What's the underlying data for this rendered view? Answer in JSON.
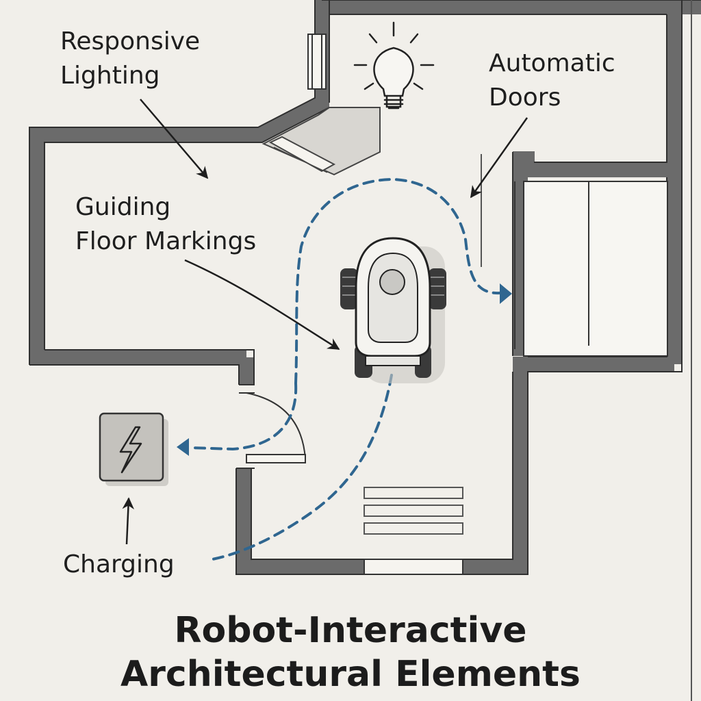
{
  "labels": {
    "lighting_line1": "Responsive",
    "lighting_line2": "Lighting",
    "doors_line1": "Automatic",
    "doors_line2": "Doors",
    "floor_line1": "Guiding",
    "floor_line2": "Floor Markings",
    "charging": "Charging"
  },
  "title": {
    "line1": "Robot-Interactive",
    "line2": "Architectural Elements"
  },
  "icons": {
    "light": "lightbulb-icon",
    "charging": "lightning-bolt-icon",
    "robot": "robot-icon"
  },
  "colors": {
    "background": "#f1efea",
    "wall": "#6b6b6b",
    "path": "#2f6690",
    "ink": "#1e1e1e"
  }
}
